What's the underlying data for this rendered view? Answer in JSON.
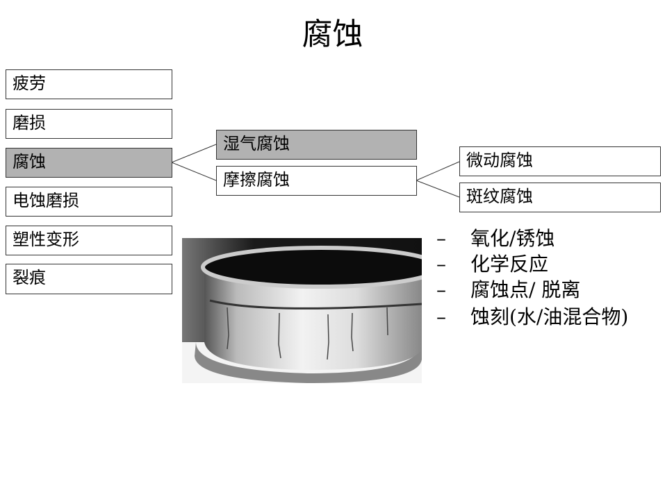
{
  "title": "腐蚀",
  "categories": [
    "疲劳",
    "磨损",
    "腐蚀",
    "电蚀磨损",
    "塑性变形",
    "裂痕"
  ],
  "corrosion_types": [
    "湿气腐蚀",
    "摩擦腐蚀"
  ],
  "friction_types": [
    "微动腐蚀",
    "斑纹腐蚀"
  ],
  "bullets": [
    "氧化/锈蚀",
    "化学反应",
    "腐蚀点/ 脱离",
    "蚀刻(水/油混合物)"
  ],
  "bullet_marker": "–",
  "colors": {
    "highlight": "#b2b2b2",
    "border": "#333333"
  }
}
